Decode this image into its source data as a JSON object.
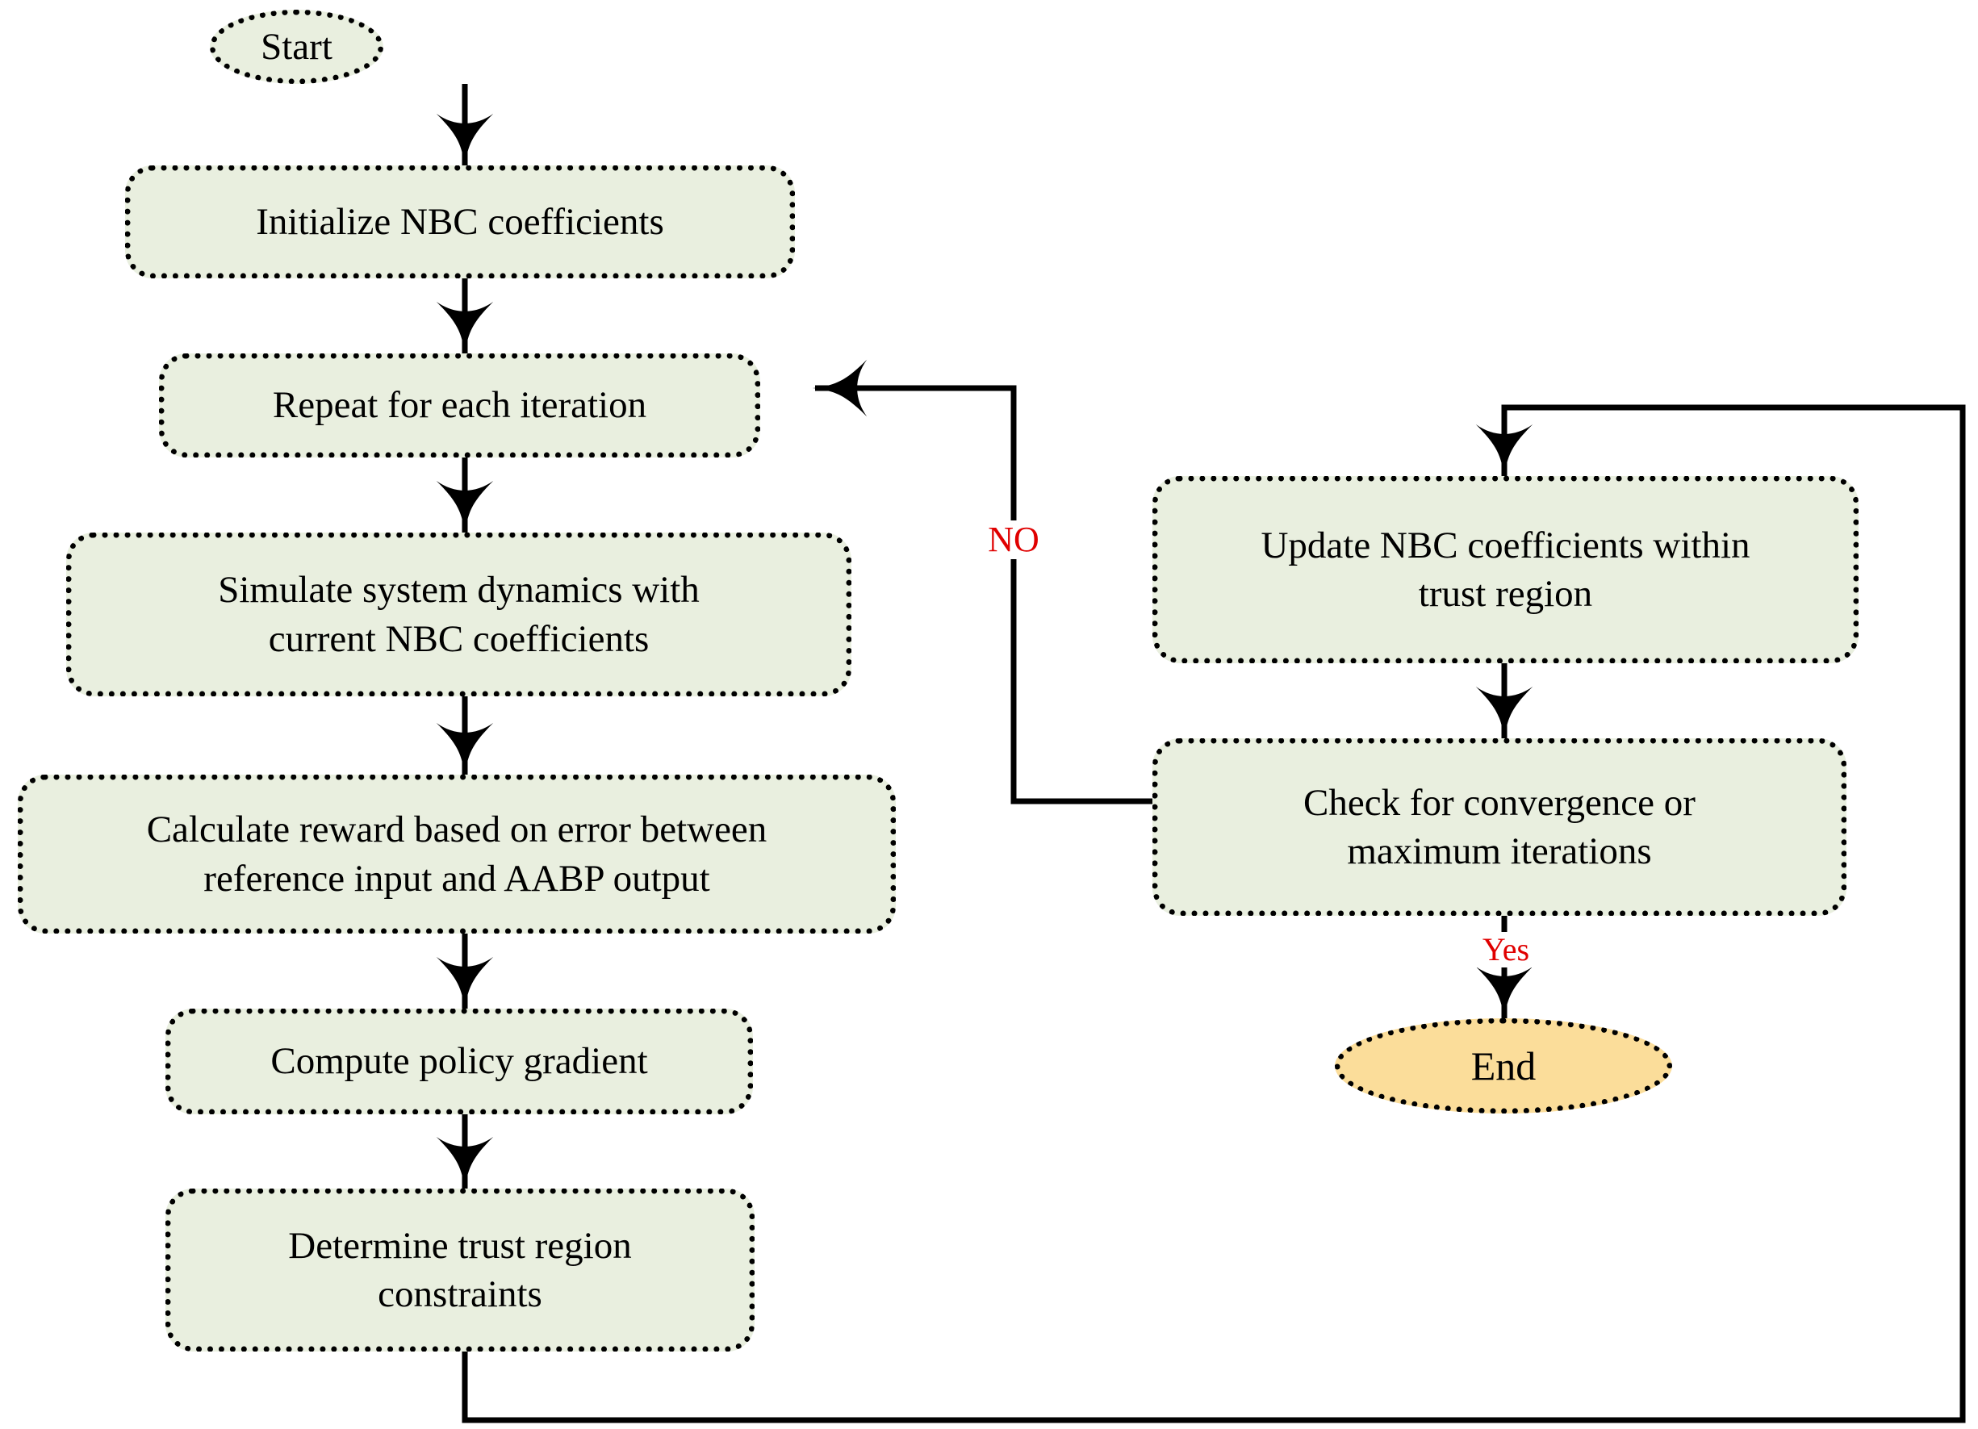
{
  "diagram": {
    "title": "NBC coefficient trust-region policy optimization flowchart",
    "colors": {
      "process_fill": "#e9efdf",
      "terminator_end_fill": "#fbdd9a",
      "stroke": "#000000",
      "edge_label": "#e00000",
      "background": "#ffffff"
    },
    "nodes": [
      {
        "id": "start",
        "shape": "ellipse",
        "label": "Start"
      },
      {
        "id": "init",
        "shape": "rounded-rect",
        "label": "Initialize NBC coefficients"
      },
      {
        "id": "repeat",
        "shape": "rounded-rect",
        "label": "Repeat for each iteration"
      },
      {
        "id": "simulate",
        "shape": "rounded-rect",
        "label": "Simulate system dynamics with current NBC coefficients"
      },
      {
        "id": "reward",
        "shape": "rounded-rect",
        "label": "Calculate reward based on error between reference input and AABP output"
      },
      {
        "id": "gradient",
        "shape": "rounded-rect",
        "label": "Compute policy gradient"
      },
      {
        "id": "trust",
        "shape": "rounded-rect",
        "label": "Determine trust region constraints"
      },
      {
        "id": "update",
        "shape": "rounded-rect",
        "label": "Update NBC coefficients within trust region"
      },
      {
        "id": "check",
        "shape": "rounded-rect",
        "label": "Check for convergence or maximum iterations"
      },
      {
        "id": "end",
        "shape": "ellipse",
        "label": "End"
      }
    ],
    "node_lines": {
      "start": [
        "Start"
      ],
      "init": [
        "Initialize NBC coefficients"
      ],
      "repeat": [
        "Repeat for each iteration"
      ],
      "simulate": [
        "Simulate system dynamics with",
        "current NBC coefficients"
      ],
      "reward": [
        "Calculate reward based on error between",
        "reference input and AABP output"
      ],
      "gradient": [
        "Compute policy gradient"
      ],
      "trust": [
        "Determine trust region",
        "constraints"
      ],
      "update": [
        "Update NBC coefficients within",
        "trust region"
      ],
      "check": [
        "Check for convergence or",
        "maximum iterations"
      ],
      "end": [
        "End"
      ]
    },
    "edge_labels": [
      {
        "id": "no",
        "text": "NO"
      },
      {
        "id": "yes",
        "text": "Yes"
      }
    ],
    "edges": [
      {
        "from": "start",
        "to": "init",
        "label": ""
      },
      {
        "from": "init",
        "to": "repeat",
        "label": ""
      },
      {
        "from": "repeat",
        "to": "simulate",
        "label": ""
      },
      {
        "from": "simulate",
        "to": "reward",
        "label": ""
      },
      {
        "from": "reward",
        "to": "gradient",
        "label": ""
      },
      {
        "from": "gradient",
        "to": "trust",
        "label": ""
      },
      {
        "from": "trust",
        "to": "update",
        "label": ""
      },
      {
        "from": "update",
        "to": "check",
        "label": ""
      },
      {
        "from": "check",
        "to": "repeat",
        "label": "NO"
      },
      {
        "from": "check",
        "to": "end",
        "label": "Yes"
      }
    ]
  }
}
